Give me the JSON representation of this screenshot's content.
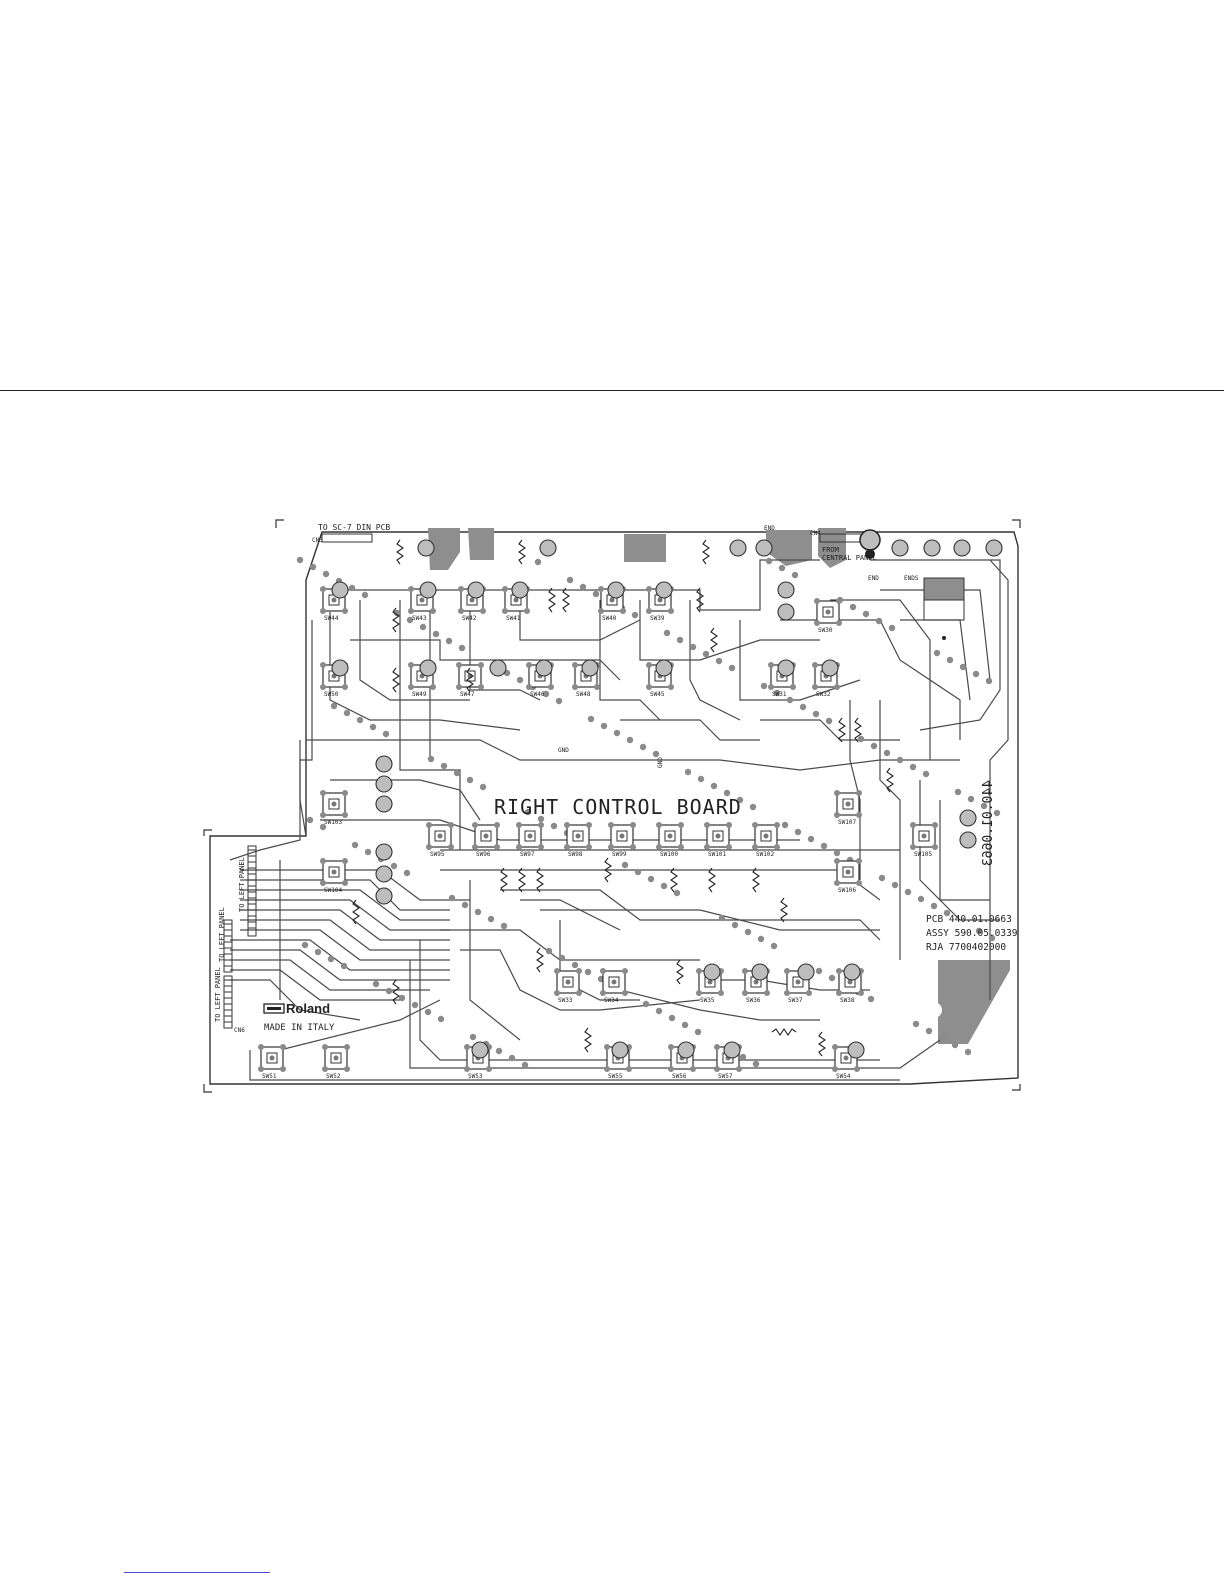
{
  "board": {
    "title": "RIGHT CONTROL BOARD",
    "brand": "Roland",
    "made_in": "MADE IN ITALY",
    "pcb_info": [
      "PCB  440.01.0663",
      "ASSY 590.05.0339",
      "RJA  7700402000"
    ],
    "mirrored_code": "440.01.0663",
    "connector_labels": {
      "top_left": "TO SC-7 DIN PCB",
      "cn3": "CN3",
      "cn4": "CN4",
      "cn6": "CN6",
      "from_central_line1": "FROM",
      "from_central_line2": "CENTRAL PANEL",
      "to_left_panel": "TO LEFT PANEL",
      "gnd": "GND",
      "end": "END",
      "ends": "ENDS"
    },
    "switches": [
      "SW44",
      "SW43",
      "SW42",
      "SW41",
      "SW40",
      "SW39",
      "SW30",
      "SW50",
      "SW49",
      "SW47",
      "SW46",
      "SW48",
      "SW45",
      "SW31",
      "SW32",
      "SW103",
      "SW104",
      "SW95",
      "SW96",
      "SW97",
      "SW98",
      "SW99",
      "SW100",
      "SW101",
      "SW102",
      "SW107",
      "SW105",
      "SW106",
      "SW33",
      "SW34",
      "SW35",
      "SW36",
      "SW37",
      "SW38",
      "SW51",
      "SW52",
      "SW53",
      "SW55",
      "SW56",
      "SW57",
      "SW54"
    ]
  }
}
